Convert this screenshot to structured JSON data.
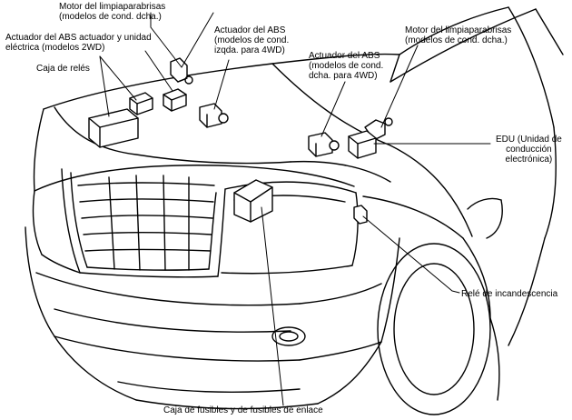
{
  "colors": {
    "ink": "#000000",
    "paper": "#ffffff"
  },
  "labels": {
    "motor_wiper_left": [
      "Motor del limpiaparabrisas",
      "(modelos de cond. dcha.)"
    ],
    "abs_actuator_2wd": [
      "Actuador del ABS actuador y unidad",
      "eléctrica (modelos 2WD)"
    ],
    "relay_box": [
      "Caja de relés"
    ],
    "abs_lhd_4wd": [
      "Actuador del ABS",
      "(modelos de cond.",
      "izqda. para 4WD)"
    ],
    "abs_rhd_4wd": [
      "Actuador del ABS",
      "(modelos de cond.",
      "dcha. para 4WD)"
    ],
    "motor_wiper_right": [
      "Motor del limpiaparabrisas",
      "(modelos de cond. dcha.)"
    ],
    "edu": [
      "EDU (Unidad de",
      "conducción",
      "electrónica)"
    ],
    "glow_relay": [
      "Relé de incandescencia"
    ],
    "fuse_box": [
      "Caja de fusibles y de fusibles de enlace"
    ]
  }
}
